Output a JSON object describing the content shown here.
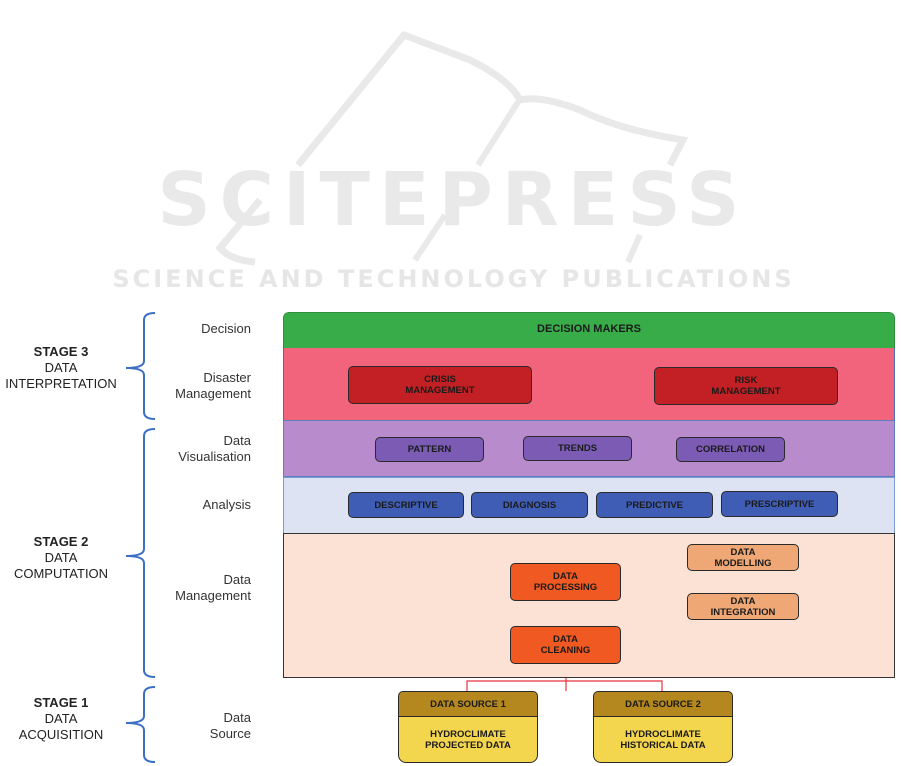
{
  "watermark": {
    "title": "SCITEPRESS",
    "subtitle": "SCIENCE AND TECHNOLOGY PUBLICATIONS"
  },
  "stages": [
    {
      "num": "STAGE 3",
      "name_line1": "DATA",
      "name_line2": "INTERPRETATION"
    },
    {
      "num": "STAGE 2",
      "name_line1": "DATA",
      "name_line2": "COMPUTATION"
    },
    {
      "num": "STAGE 1",
      "name_line1": "DATA",
      "name_line2": "ACQUISITION"
    }
  ],
  "layers": {
    "decision": {
      "line1": "Decision"
    },
    "disaster": {
      "line1": "Disaster",
      "line2": "Management"
    },
    "visualisation": {
      "line1": "Data",
      "line2": "Visualisation"
    },
    "analysis": {
      "line1": "Analysis"
    },
    "management": {
      "line1": "Data",
      "line2": "Management"
    },
    "source": {
      "line1": "Data",
      "line2": "Source"
    }
  },
  "decision": {
    "title": "DECISION MAKERS"
  },
  "disaster": {
    "crisis": {
      "line1": "CRISIS",
      "line2": "MANAGEMENT"
    },
    "risk": {
      "line1": "RISK",
      "line2": "MANAGEMENT"
    }
  },
  "visualisation": [
    "PATTERN",
    "TRENDS",
    "CORRELATION"
  ],
  "analysis": [
    "DESCRIPTIVE",
    "DIAGNOSIS",
    "PREDICTIVE",
    "PRESCRIPTIVE"
  ],
  "management": {
    "processing": {
      "line1": "DATA",
      "line2": "PROCESSING"
    },
    "cleaning": {
      "line1": "DATA",
      "line2": "CLEANING"
    },
    "modelling": {
      "line1": "DATA",
      "line2": "MODELLING"
    },
    "integration": {
      "line1": "DATA",
      "line2": "INTEGRATION"
    }
  },
  "sources": [
    {
      "header": "DATA SOURCE 1",
      "line1": "HYDROCLIMATE",
      "line2": "PROJECTED DATA"
    },
    {
      "header": "DATA SOURCE 2",
      "line1": "HYDROCLIMATE",
      "line2": "HISTORICAL DATA"
    }
  ],
  "colors": {
    "bracket": "#3b6fc4",
    "connector": "#e8323f",
    "decision": "#39ac4a",
    "disaster": "#f2647b",
    "visualisation": "#b88ccc",
    "analysis": "#dde3f3",
    "management": "#fbe2d4"
  }
}
